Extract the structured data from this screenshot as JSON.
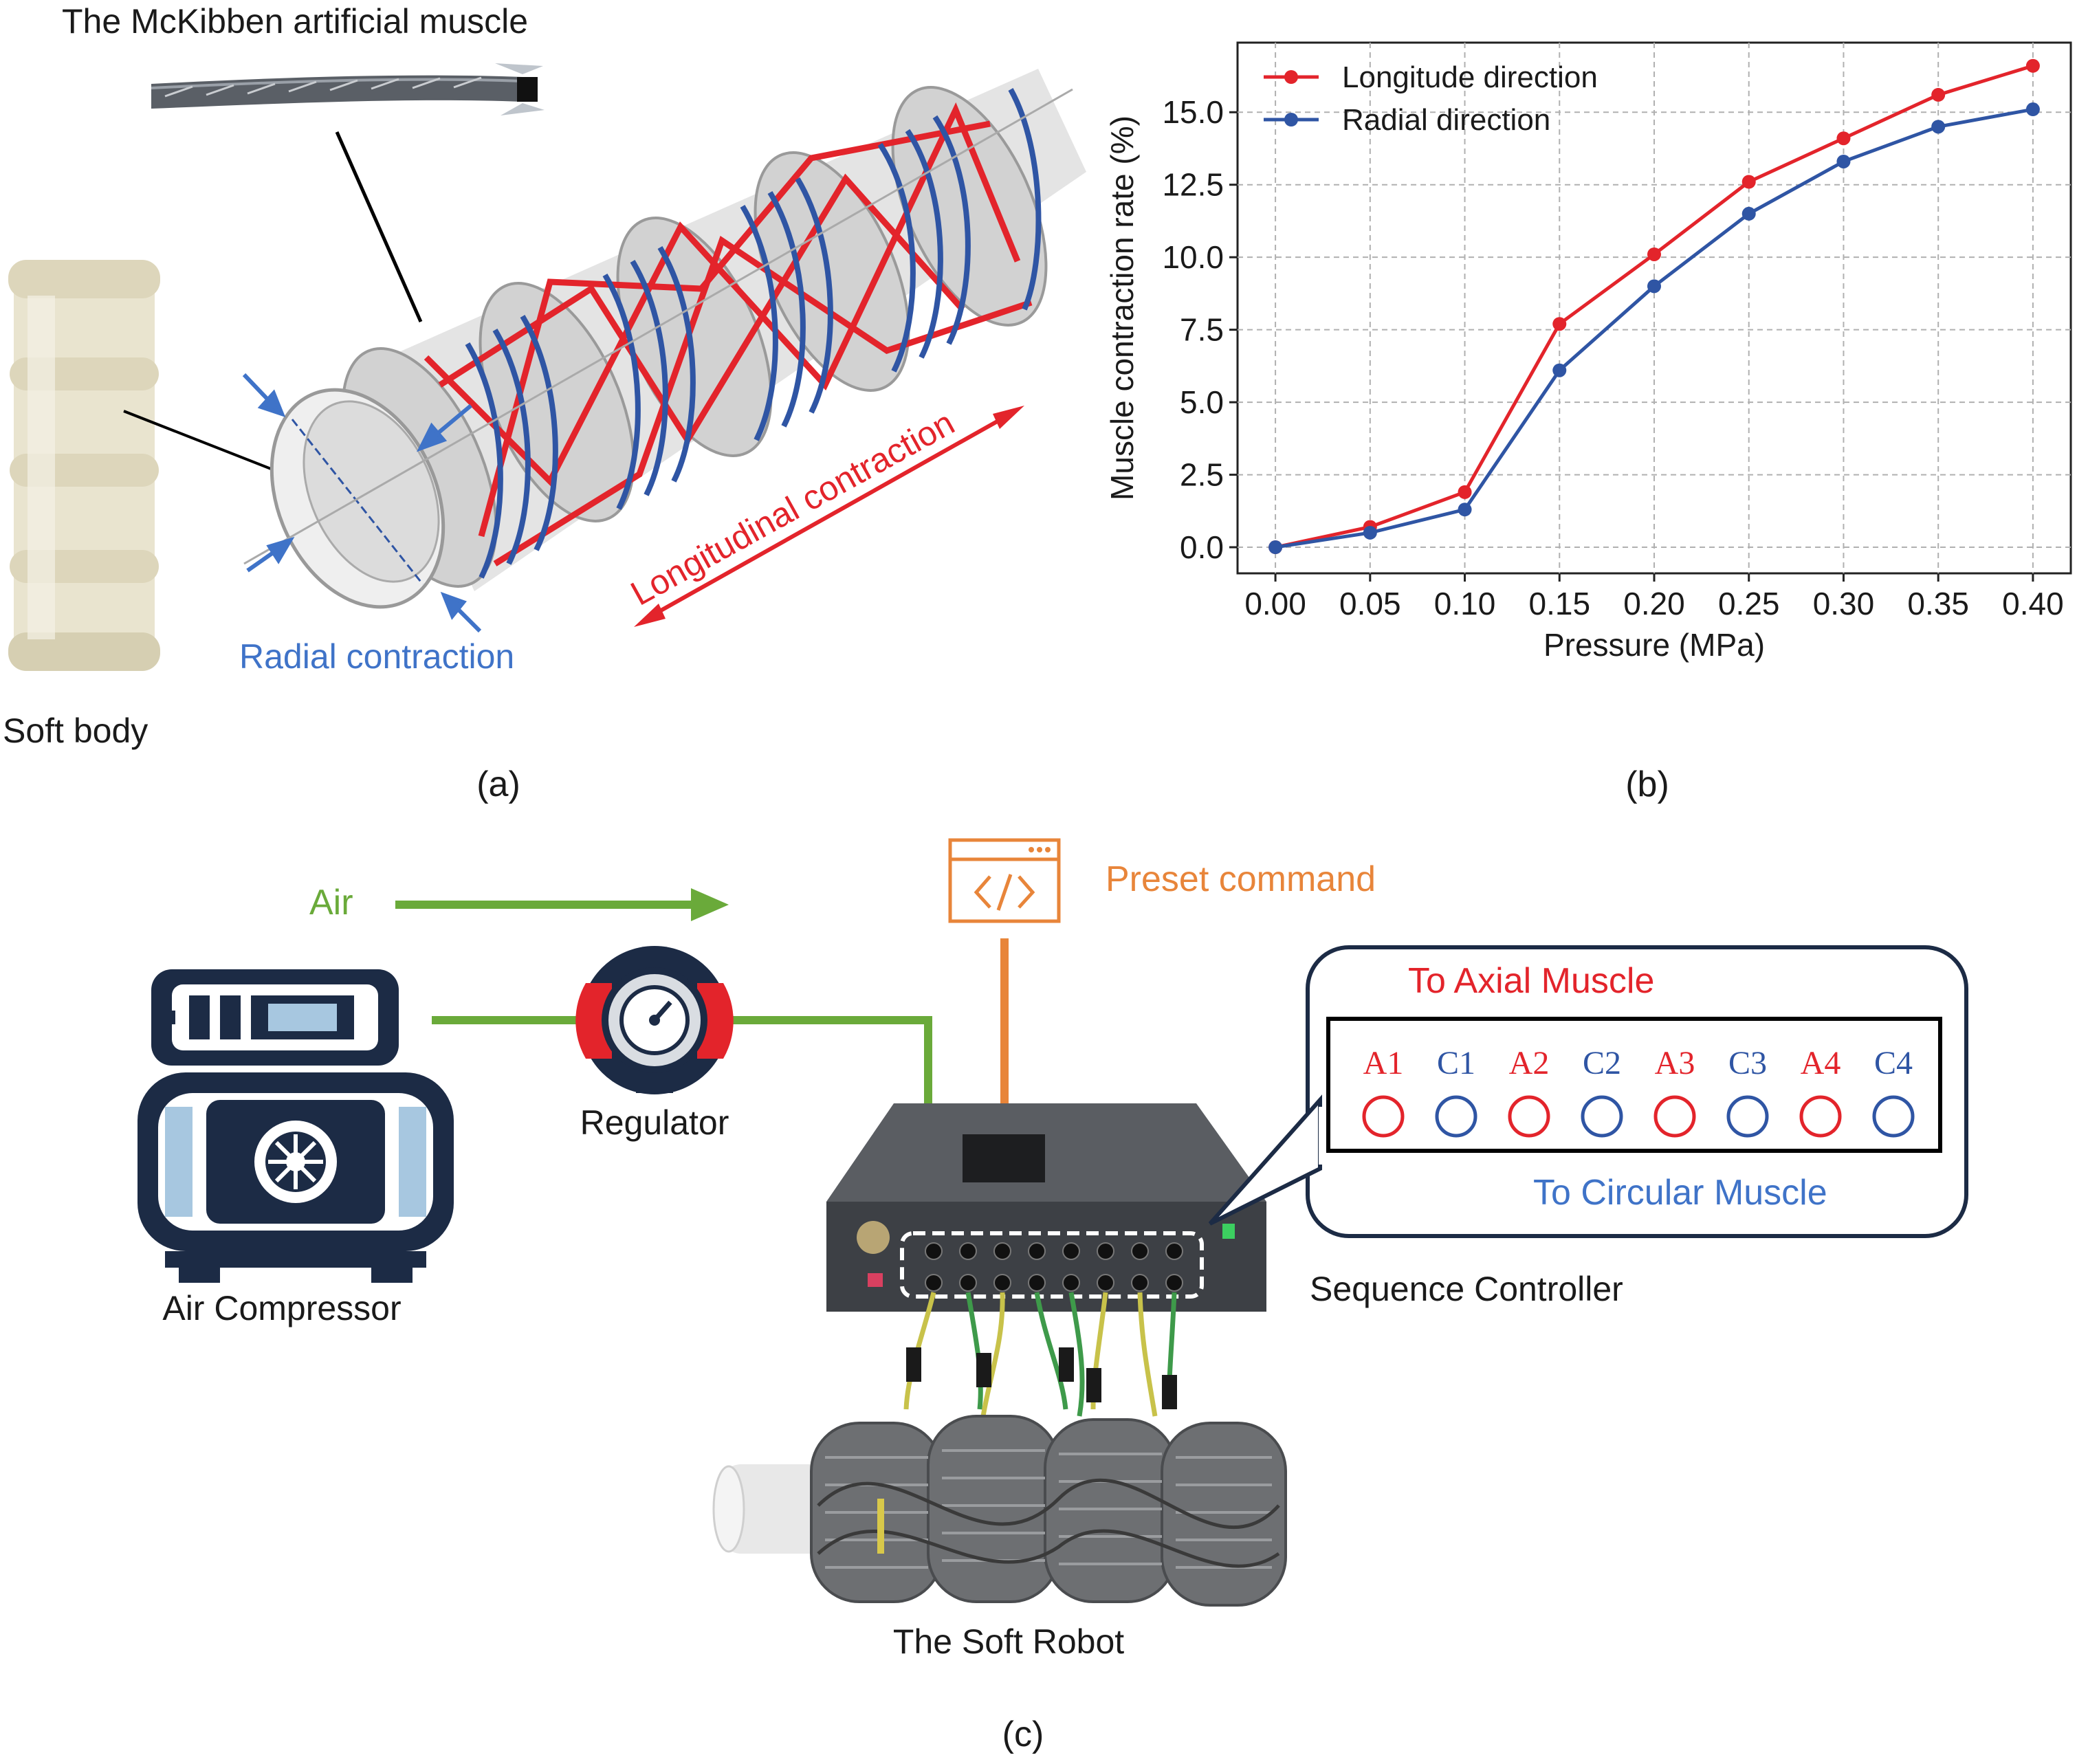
{
  "panel_a": {
    "muscle_label": "The McKibben artificial muscle",
    "soft_body_label": "Soft body",
    "radial_label": "Radial contraction",
    "longitudinal_label": "Longitudinal contraction",
    "caption": "(a)"
  },
  "panel_b": {
    "caption": "(b)"
  },
  "panel_c": {
    "air_label": "Air",
    "preset_label": "Preset command",
    "regulator_label": "Regulator",
    "compressor_label": "Air Compressor",
    "controller_label": "Sequence Controller",
    "robot_label": "The Soft Robot",
    "axial_label": "To  Axial Muscle",
    "circular_label": "To Circular Muscle",
    "ports": [
      "A1",
      "C1",
      "A2",
      "C2",
      "A3",
      "C3",
      "A4",
      "C4"
    ],
    "caption": "(c)"
  },
  "colors": {
    "red": "#e3242b",
    "blue": "#2f55a4",
    "green": "#6aaa3a",
    "orange": "#e8853a",
    "navy": "#1c2b45"
  },
  "chart_data": {
    "type": "line",
    "x": [
      0.0,
      0.05,
      0.1,
      0.15,
      0.2,
      0.25,
      0.3,
      0.35,
      0.4
    ],
    "series": [
      {
        "name": "Longitude direction",
        "color": "#e3242b",
        "values": [
          0.0,
          0.7,
          1.9,
          7.7,
          10.1,
          12.6,
          14.1,
          15.6,
          16.6
        ]
      },
      {
        "name": "Radial direction",
        "color": "#2f55a4",
        "values": [
          0.0,
          0.5,
          1.3,
          6.1,
          9.0,
          11.5,
          13.3,
          14.5,
          15.1
        ]
      }
    ],
    "xlabel": "Pressure (MPa)",
    "ylabel": "Muscle contraction rate (%)",
    "xlim": [
      -0.02,
      0.42
    ],
    "ylim": [
      -0.9,
      17.4
    ],
    "xticks": [
      "0.00",
      "0.05",
      "0.10",
      "0.15",
      "0.20",
      "0.25",
      "0.30",
      "0.35",
      "0.40"
    ],
    "yticks": [
      "0.0",
      "2.5",
      "5.0",
      "7.5",
      "10.0",
      "12.5",
      "15.0"
    ],
    "grid": true,
    "legend": "top-left"
  }
}
